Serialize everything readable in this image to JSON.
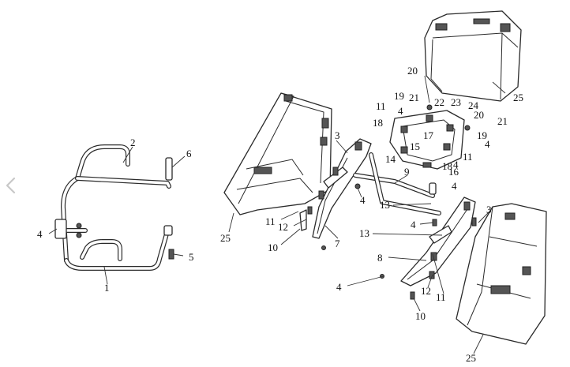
{
  "viewer": {
    "prev_icon": "chevron-left-icon",
    "prev_color": "#c8c8c8"
  },
  "callouts": {
    "c1": "1",
    "c2": "2",
    "c3a": "3",
    "c3b": "3",
    "c4a": "4",
    "c4b": "4",
    "c4c": "4",
    "c4d": "4",
    "c4e": "4",
    "c4f": "4",
    "c4g": "4",
    "c4h": "4",
    "c5": "5",
    "c6": "6",
    "c7": "7",
    "c8": "8",
    "c9": "9",
    "c10a": "10",
    "c10b": "10",
    "c11a": "11",
    "c11b": "11",
    "c11c": "11",
    "c11d": "11",
    "c12a": "12",
    "c12b": "12",
    "c13a": "13",
    "c13b": "13",
    "c14": "14",
    "c15": "15",
    "c16": "16",
    "c17": "17",
    "c18a": "18",
    "c18b": "18",
    "c19a": "19",
    "c19b": "19",
    "c20a": "20",
    "c20b": "20",
    "c21a": "21",
    "c21b": "21",
    "c22": "22",
    "c23": "23",
    "c24": "24",
    "c25a": "25",
    "c25b": "25",
    "c25c": "25"
  }
}
